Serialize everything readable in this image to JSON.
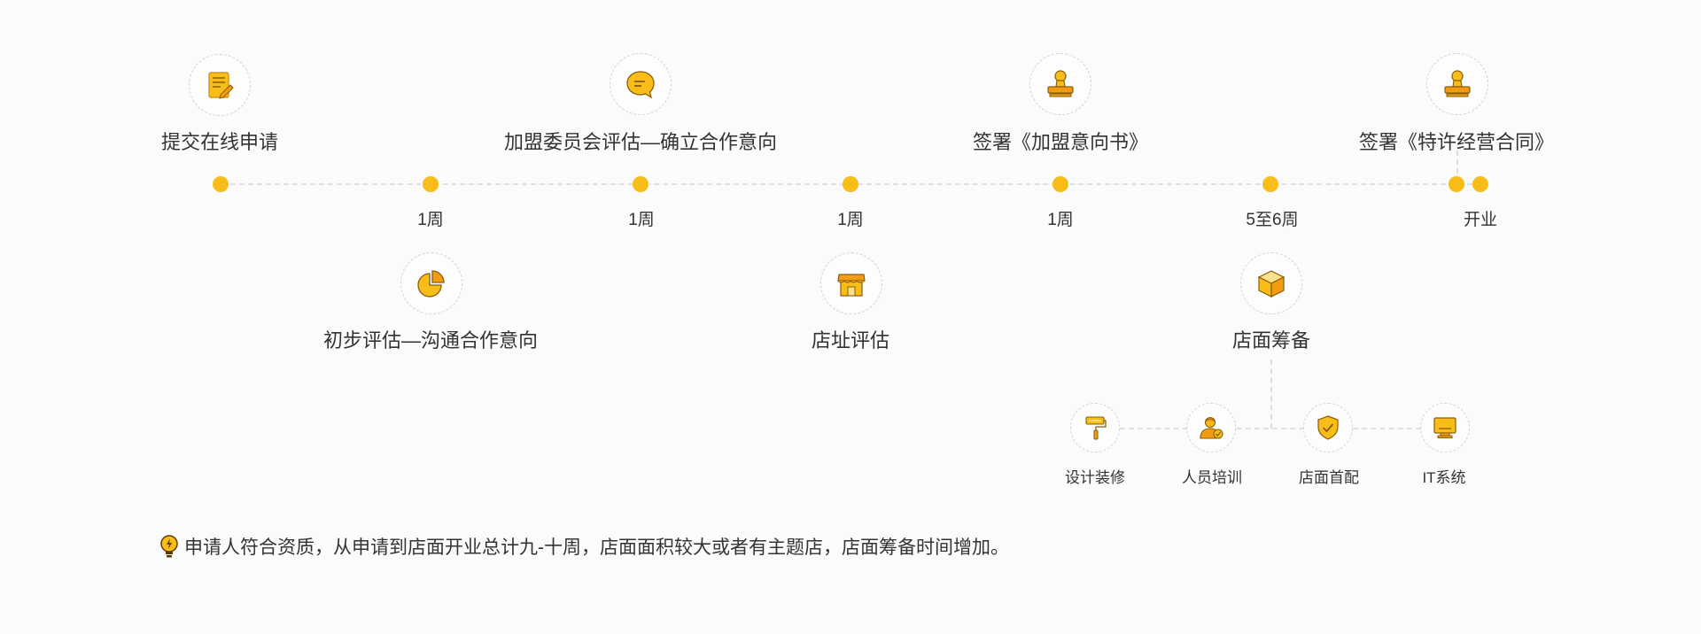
{
  "steps": {
    "submit": "提交在线申请",
    "committee": "加盟委员会评估—确立合作意向",
    "sign_intent": "签署《加盟意向书》",
    "sign_contract": "签署《特许经营合同》",
    "initial": "初步评估—沟通合作意向",
    "site": "店址评估",
    "prepare": "店面筹备"
  },
  "durations": {
    "d1": "1周",
    "d2": "1周",
    "d3": "1周",
    "d4": "1周",
    "d5": "5至6周",
    "open": "开业"
  },
  "sub_steps": {
    "design": "设计装修",
    "staff": "人员培训",
    "first_stock": "店面首配",
    "it": "IT系统"
  },
  "note": "申请人符合资质，从申请到店面开业总计九-十周，店面面积较大或者有主题店，店面筹备时间增加。",
  "colors": {
    "accent": "#f9bd1a",
    "accent_dark": "#e8a317",
    "line": "#e0e0e0",
    "text": "#333333"
  },
  "icons": {
    "submit": "form-edit-icon",
    "committee": "chat-bubble-icon",
    "sign_intent": "stamp-icon",
    "sign_contract": "stamp-icon",
    "initial": "pie-chart-icon",
    "site": "storefront-icon",
    "prepare": "box-icon",
    "design": "paint-roller-icon",
    "staff": "staff-icon",
    "first_stock": "shield-check-icon",
    "it": "monitor-icon",
    "note": "bulb-icon"
  }
}
